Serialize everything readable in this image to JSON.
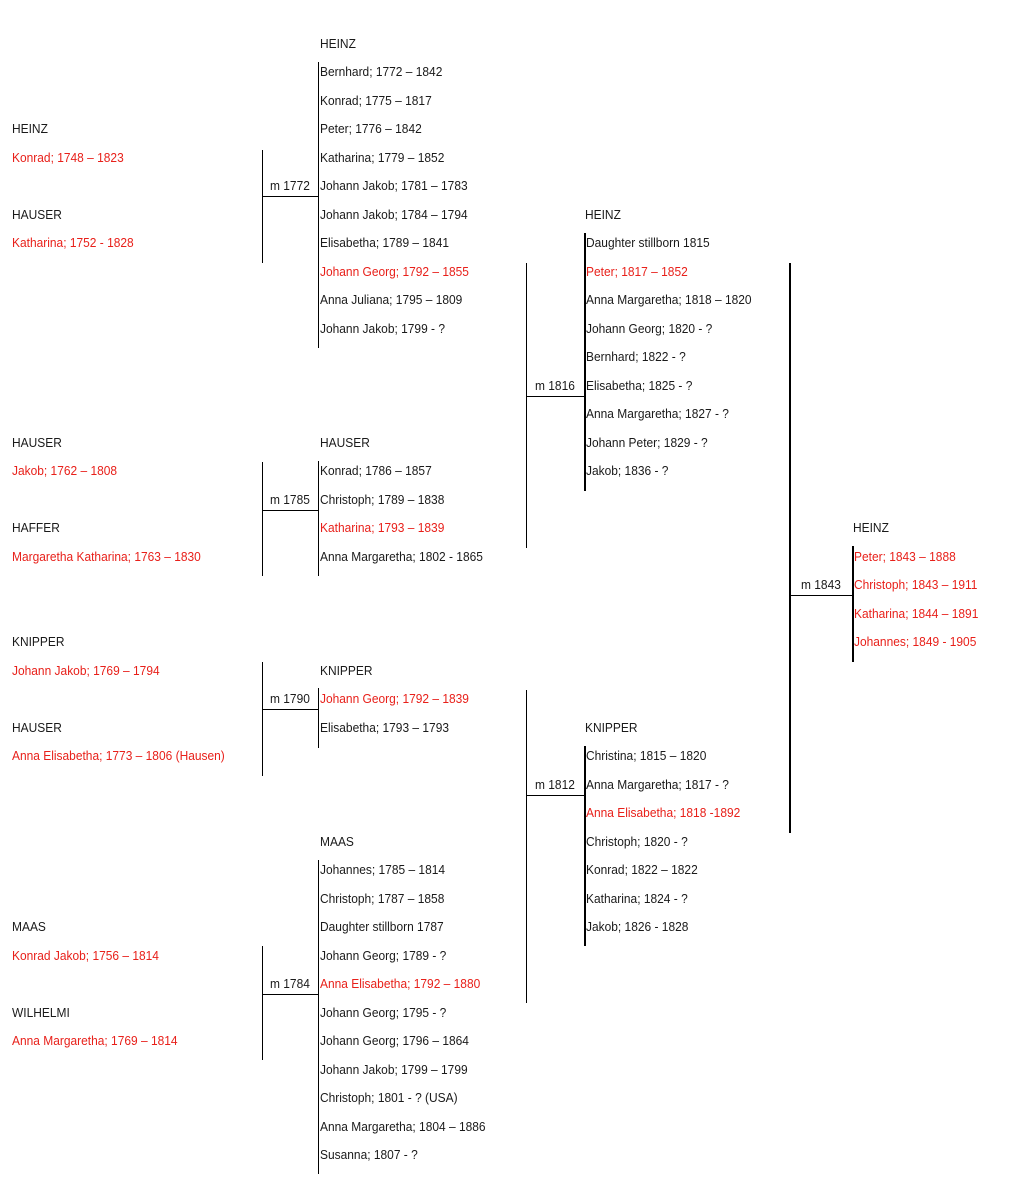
{
  "colors": {
    "highlight": "#e8201a",
    "text": "#1a1a1a",
    "line": "#000000"
  },
  "gen1": {
    "heinz_surname": "HEINZ",
    "heinz_person": "Konrad; 1748 – 1823",
    "hauser_surname": "HAUSER",
    "hauser_person": "Katharina; 1752 - 1828",
    "hauser2_surname": "HAUSER",
    "hauser2_person": "Jakob; 1762 – 1808",
    "haffer_surname": "HAFFER",
    "haffer_person": "Margaretha Katharina; 1763 – 1830",
    "knipper_surname": "KNIPPER",
    "knipper_person": "Johann Jakob; 1769 – 1794",
    "hauser3_surname": "HAUSER",
    "hauser3_person": "Anna Elisabetha; 1773 – 1806 (Hausen)",
    "maas_surname": "MAAS",
    "maas_person": "Konrad Jakob; 1756 – 1814",
    "wilhelmi_surname": "WILHELMI",
    "wilhelmi_person": "Anna Margaretha; 1769 – 1814"
  },
  "marriages": {
    "m1772": "m 1772",
    "m1785": "m 1785",
    "m1790": "m 1790",
    "m1784": "m 1784",
    "m1816": "m 1816",
    "m1812": "m 1812",
    "m1843": "m 1843"
  },
  "gen2": {
    "heinz": {
      "surname": "HEINZ",
      "children": [
        "Bernhard; 1772 – 1842",
        "Konrad; 1775 – 1817",
        "Peter; 1776 – 1842",
        "Katharina; 1779 – 1852",
        "Johann Jakob; 1781 – 1783",
        "Johann Jakob; 1784 – 1794",
        "Elisabetha; 1789 – 1841",
        "Johann Georg; 1792 – 1855",
        "Anna Juliana; 1795 – 1809",
        "Johann Jakob; 1799 - ?"
      ]
    },
    "hauser": {
      "surname": "HAUSER",
      "children": [
        "Konrad; 1786 – 1857",
        "Christoph; 1789 – 1838",
        "Katharina; 1793 – 1839",
        "Anna Margaretha; 1802 - 1865"
      ]
    },
    "knipper": {
      "surname": "KNIPPER",
      "children": [
        "Johann Georg; 1792 – 1839",
        "Elisabetha; 1793 – 1793"
      ]
    },
    "maas": {
      "surname": "MAAS",
      "children": [
        "Johannes; 1785 – 1814",
        "Christoph; 1787 – 1858",
        "Daughter stillborn 1787",
        "Johann Georg; 1789 - ?",
        "Anna Elisabetha; 1792 – 1880",
        "Johann Georg; 1795 - ?",
        "Johann Georg; 1796 – 1864",
        "Johann Jakob; 1799 – 1799",
        "Christoph; 1801 - ? (USA)",
        "Anna Margaretha; 1804 – 1886",
        "Susanna; 1807 - ?"
      ]
    }
  },
  "gen3": {
    "heinz": {
      "surname": "HEINZ",
      "children": [
        "Daughter stillborn 1815",
        "Peter; 1817 – 1852",
        "Anna Margaretha; 1818 – 1820",
        "Johann Georg; 1820 - ?",
        "Bernhard; 1822 - ?",
        "Elisabetha; 1825 - ?",
        "Anna Margaretha; 1827 - ?",
        "Johann Peter; 1829 - ?",
        "Jakob; 1836 - ?"
      ]
    },
    "knipper": {
      "surname": "KNIPPER",
      "children": [
        "Christina; 1815 – 1820",
        "Anna Margaretha; 1817 - ?",
        "Anna Elisabetha; 1818 -1892",
        "Christoph; 1820 - ?",
        "Konrad; 1822 – 1822",
        "Katharina; 1824 - ?",
        "Jakob; 1826 - 1828"
      ]
    }
  },
  "gen4": {
    "heinz": {
      "surname": "HEINZ",
      "children": [
        "Peter; 1843 – 1888",
        "Christoph; 1843 – 1911",
        "Katharina; 1844 – 1891",
        "Johannes; 1849 - 1905"
      ]
    }
  }
}
